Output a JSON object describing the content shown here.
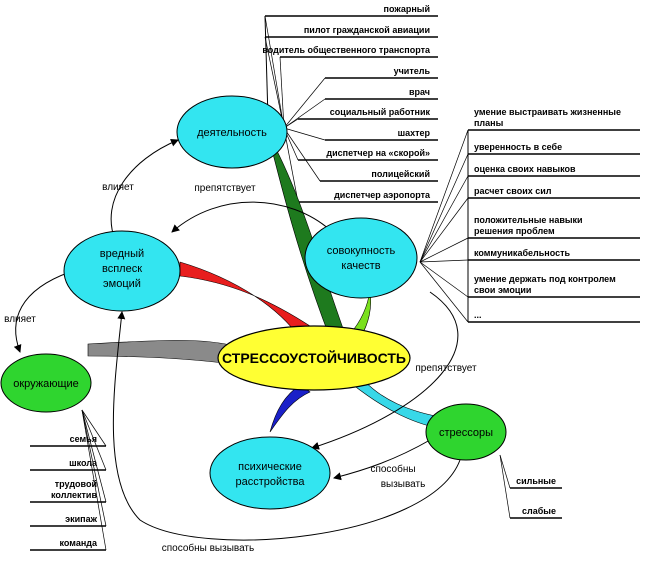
{
  "center": "СТРЕССОУСТОЙЧИВОСТЬ",
  "nodes": {
    "activity": "деятельность",
    "emotion_1": "вредный",
    "emotion_2": "всплеск",
    "emotion_3": "эмоций",
    "qualities_1": "совокупность",
    "qualities_2": "качеств",
    "surroundings": "окружающие",
    "stressors": "стрессоры",
    "disorders_1": "психические",
    "disorders_2": "расстройства"
  },
  "edge_labels": {
    "influences_top": "влияет",
    "influences_left": "влияет",
    "hinders_top": "препятствует",
    "hinders_right": "препятствует",
    "can_cause_right_1": "способны",
    "can_cause_right_2": "вызывать",
    "can_cause_bottom": "способны вызывать"
  },
  "professions": [
    "пожарный",
    "пилот гражданской авиации",
    "водитель общественного транспорта",
    "учитель",
    "врач",
    "социальный работник",
    "шахтер",
    "диспетчер на «скорой»",
    "полицейский",
    "диспетчер аэропорта"
  ],
  "qualities": [
    [
      "умение выстраивать жизненные",
      "планы"
    ],
    [
      "уверенность в себе"
    ],
    [
      "оценка своих навыков"
    ],
    [
      "расчет своих сил"
    ],
    [
      "положительные навыки",
      "решения проблем"
    ],
    [
      "коммуникабельность"
    ],
    [
      "умение держать под контролем",
      "свои эмоции"
    ],
    [
      "..."
    ]
  ],
  "surroundings_list": [
    [
      "семья"
    ],
    [
      "школа"
    ],
    [
      "трудовой",
      "коллектив"
    ],
    [
      "экипаж"
    ],
    [
      "команда"
    ]
  ],
  "stressor_types": [
    "сильные",
    "слабые"
  ],
  "colors": {
    "node_cyan": "#33E5F0",
    "node_green": "#2FD52F",
    "center_yellow": "#FFFF33",
    "petal_green": "#1E7A1E",
    "petal_red": "#E81E1E",
    "petal_gray": "#8A8A8A",
    "petal_blue": "#1A20C8",
    "petal_lightgreen": "#7AE01E",
    "petal_cyan": "#38D8E8"
  }
}
